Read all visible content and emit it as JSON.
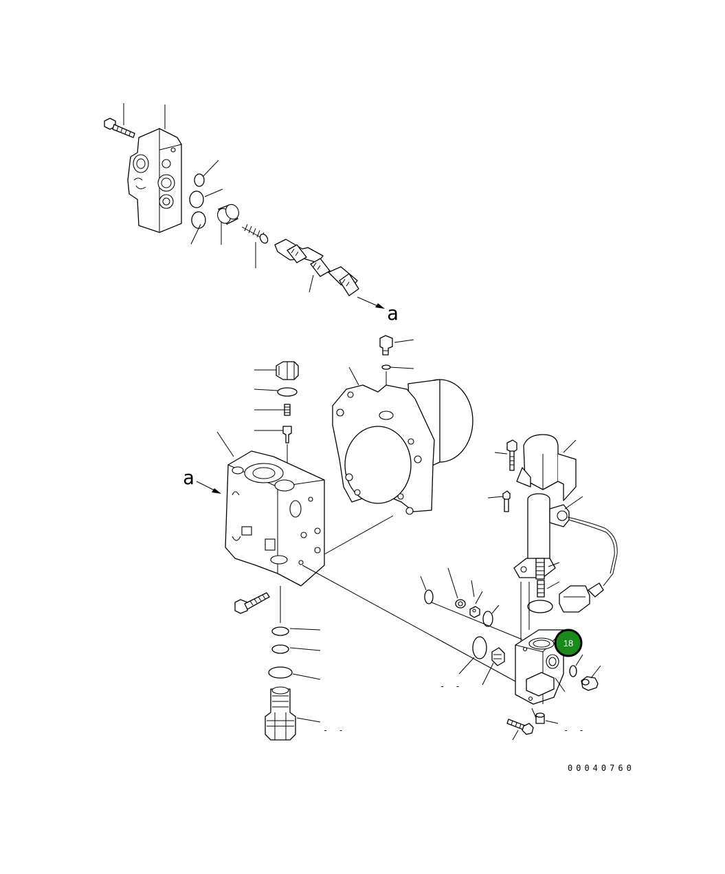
{
  "diagram": {
    "view_marks": [
      "a",
      "a"
    ],
    "drawing_code": "00040760",
    "dash_labels": [
      "- -",
      "- -",
      "- -"
    ],
    "highlight": {
      "label": "18",
      "fill_color": "#1a8a1a",
      "ring_color": "#000000",
      "text_color": "#ffffff"
    },
    "line_color": "#000000",
    "background": "#ffffff"
  }
}
